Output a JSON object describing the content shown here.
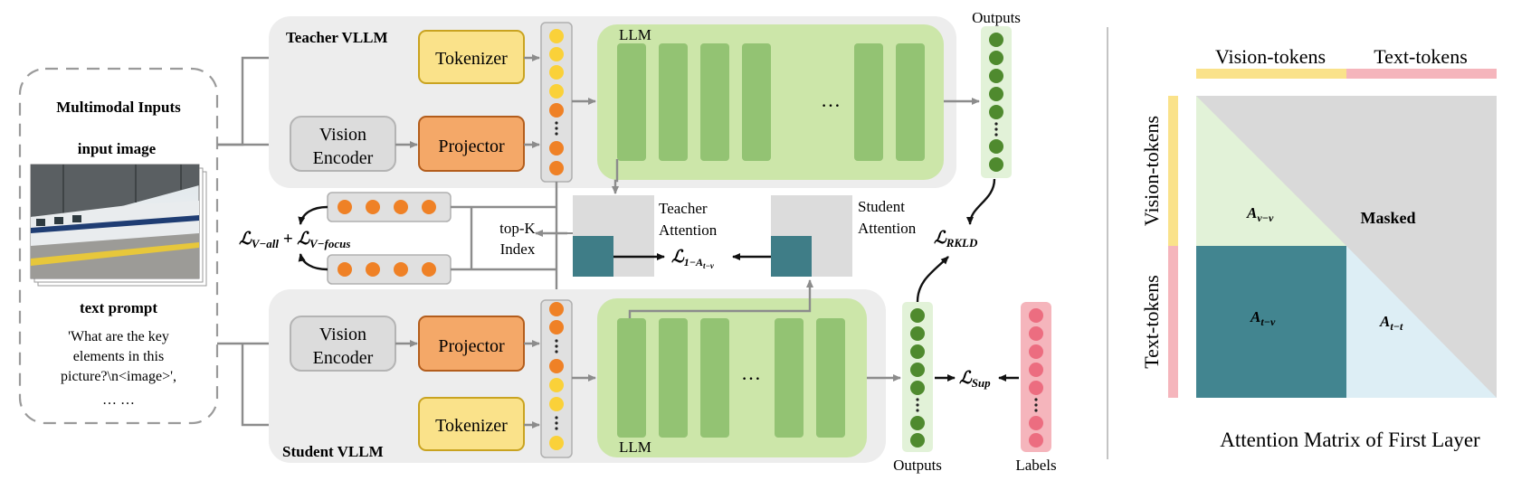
{
  "inputs": {
    "heading": "Multimodal Inputs",
    "image_label": "input image",
    "prompt_label": "text prompt",
    "prompt_lines": [
      "'What are the key",
      "elements in this",
      "picture?\\n<image>',",
      "… …"
    ]
  },
  "teacher": {
    "title": "Teacher VLLM",
    "tokenizer": "Tokenizer",
    "vision_encoder_l1": "Vision",
    "vision_encoder_l2": "Encoder",
    "projector": "Projector",
    "llm": "LLM",
    "outputs": "Outputs",
    "ellipsis": "…"
  },
  "student": {
    "title": "Student VLLM",
    "tokenizer": "Tokenizer",
    "vision_encoder_l1": "Vision",
    "vision_encoder_l2": "Encoder",
    "projector": "Projector",
    "llm": "LLM",
    "outputs": "Outputs",
    "labels": "Labels",
    "ellipsis": "…"
  },
  "attention": {
    "teacher_l1": "Teacher",
    "teacher_l2": "Attention",
    "student_l1": "Student",
    "student_l2": "Attention",
    "topk_l1": "top-K",
    "topk_l2": "Index"
  },
  "losses": {
    "v_all_base": "ℒ",
    "v_all_sub": "V−all",
    "plus": " + ",
    "v_focus_base": "ℒ",
    "v_focus_sub": "V−focus",
    "attn_base": "ℒ",
    "attn_sub": "1−A",
    "attn_subsub": "t−v",
    "rkld_base": "ℒ",
    "rkld_sub": "RKLD",
    "sup_base": "ℒ",
    "sup_sub": "Sup"
  },
  "matrix": {
    "vision_tokens": "Vision-tokens",
    "text_tokens": "Text-tokens",
    "row_vision": "Vision-tokens",
    "row_text": "Text-tokens",
    "masked": "Masked",
    "a_vv_base": "A",
    "a_vv_sub": "v−v",
    "a_tv_base": "A",
    "a_tv_sub": "t−v",
    "a_tt_base": "A",
    "a_tt_sub": "t−t",
    "caption": "Attention Matrix of First Layer"
  },
  "colors": {
    "yellow_box": "#fae28a",
    "orange_box": "#f4a868",
    "green_llm": "#cce6a9",
    "green_layer": "#93c373",
    "gray_bg": "#ededed",
    "teal": "#3f8a93",
    "light_blue": "#ddeef5",
    "light_green": "#e2f2d8",
    "pink": "#f5b5bc",
    "dot_yellow": "#fad139",
    "dot_orange": "#ef8126",
    "dot_green": "#4f8a2e",
    "dot_pink": "#ec6d80"
  }
}
